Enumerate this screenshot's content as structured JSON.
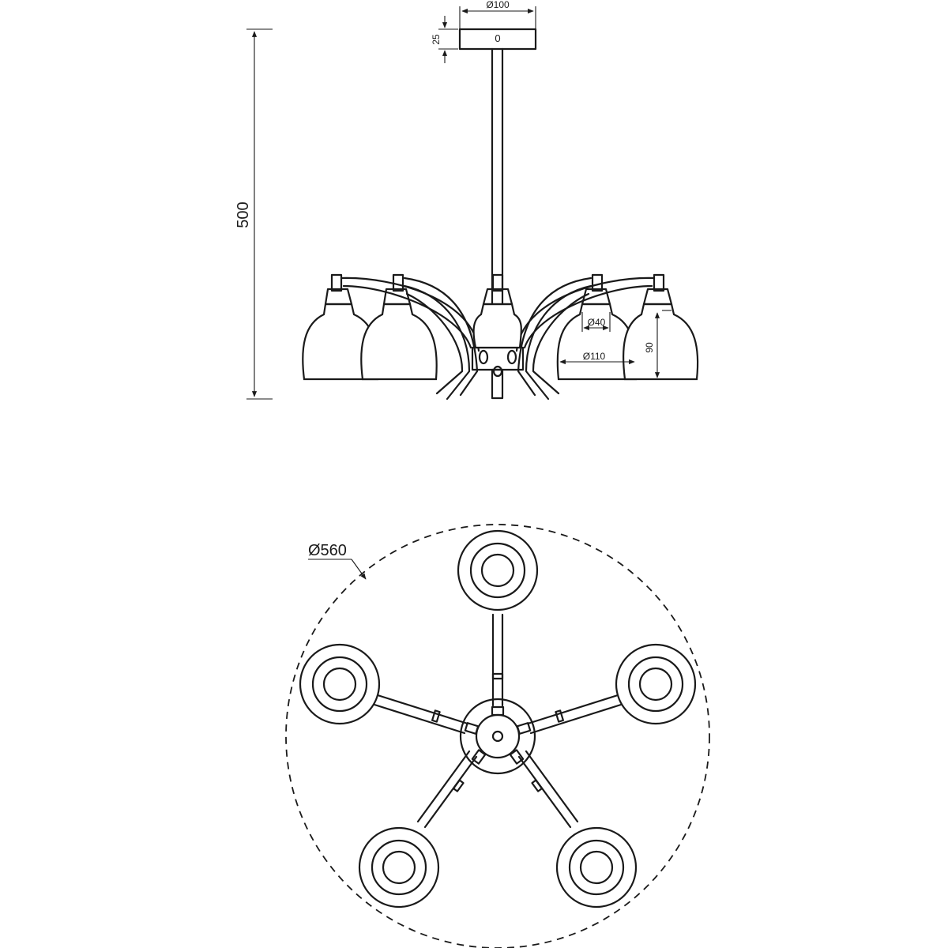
{
  "dimensions": {
    "total_height": "500",
    "canopy_diameter": "Ø100",
    "canopy_height": "25",
    "canopy_mark": "0",
    "shade_top_diameter": "Ø40",
    "shade_diameter": "Ø110",
    "shade_height": "90",
    "overall_diameter": "Ø560"
  },
  "colors": {
    "line": "#1a1a1a",
    "background": "#ffffff"
  }
}
